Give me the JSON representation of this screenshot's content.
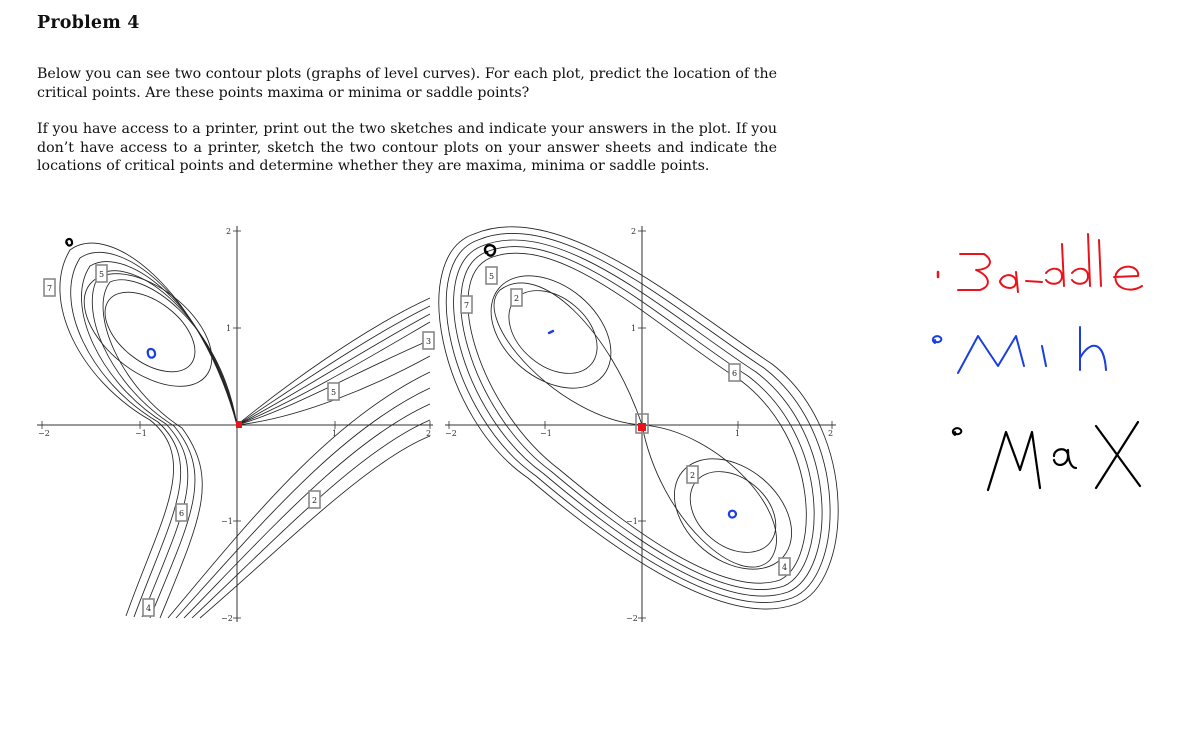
{
  "document": {
    "title": "Problem 4",
    "paragraphs": [
      "Below you can see two contour plots (graphs of level curves). For each plot, predict the location of the critical points. Are these points maxima or minima or saddle points?",
      "If you have access to a printer, print out the two sketches and indicate your answers in the plot. If you don’t have access to a printer, sketch the two contour plots on your answer sheets and indicate the locations of critical points and determine whether they are maxima, minima or saddle points."
    ]
  },
  "plots": [
    {
      "id": "left",
      "tick_labels": {
        "x": [
          "−2",
          "−1",
          "1",
          "2"
        ],
        "y": [
          "2",
          "1",
          "−1",
          "−2"
        ]
      },
      "level_labels": [
        "7",
        "5",
        "3",
        "5",
        "2",
        "6",
        "4"
      ]
    },
    {
      "id": "right",
      "tick_labels": {
        "x": [
          "−2",
          "−1",
          "1",
          "2"
        ],
        "y": [
          "2",
          "1",
          "−1",
          "−2"
        ]
      },
      "level_labels": [
        "7",
        "5",
        "2",
        "6",
        "2",
        "4"
      ]
    }
  ],
  "annotations": {
    "colors": {
      "saddle": "#e8141c",
      "min": "#1a3fe0",
      "max": "#000000"
    },
    "legend": [
      "Saddle",
      "Min",
      "MaX"
    ]
  }
}
